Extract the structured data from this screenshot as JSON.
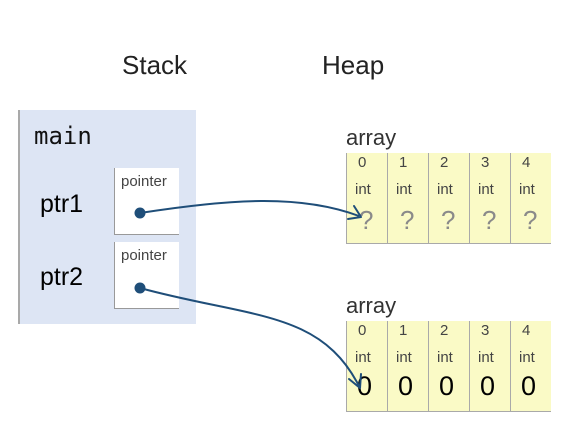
{
  "headings": {
    "stack": "Stack",
    "heap": "Heap"
  },
  "frame": {
    "name": "main",
    "variables": [
      {
        "name": "ptr1",
        "type": "pointer"
      },
      {
        "name": "ptr2",
        "type": "pointer"
      }
    ]
  },
  "arrays": [
    {
      "label": "array",
      "cells": [
        {
          "index": "0",
          "type": "int",
          "value": "?"
        },
        {
          "index": "1",
          "type": "int",
          "value": "?"
        },
        {
          "index": "2",
          "type": "int",
          "value": "?"
        },
        {
          "index": "3",
          "type": "int",
          "value": "?"
        },
        {
          "index": "4",
          "type": "int",
          "value": "?"
        }
      ]
    },
    {
      "label": "array",
      "cells": [
        {
          "index": "0",
          "type": "int",
          "value": "0"
        },
        {
          "index": "1",
          "type": "int",
          "value": "0"
        },
        {
          "index": "2",
          "type": "int",
          "value": "0"
        },
        {
          "index": "3",
          "type": "int",
          "value": "0"
        },
        {
          "index": "4",
          "type": "int",
          "value": "0"
        }
      ]
    }
  ],
  "colors": {
    "stack_frame_bg": "#dde5f4",
    "array_cell_bg": "#fafac6",
    "pointer_arrow": "#1f4e79"
  }
}
